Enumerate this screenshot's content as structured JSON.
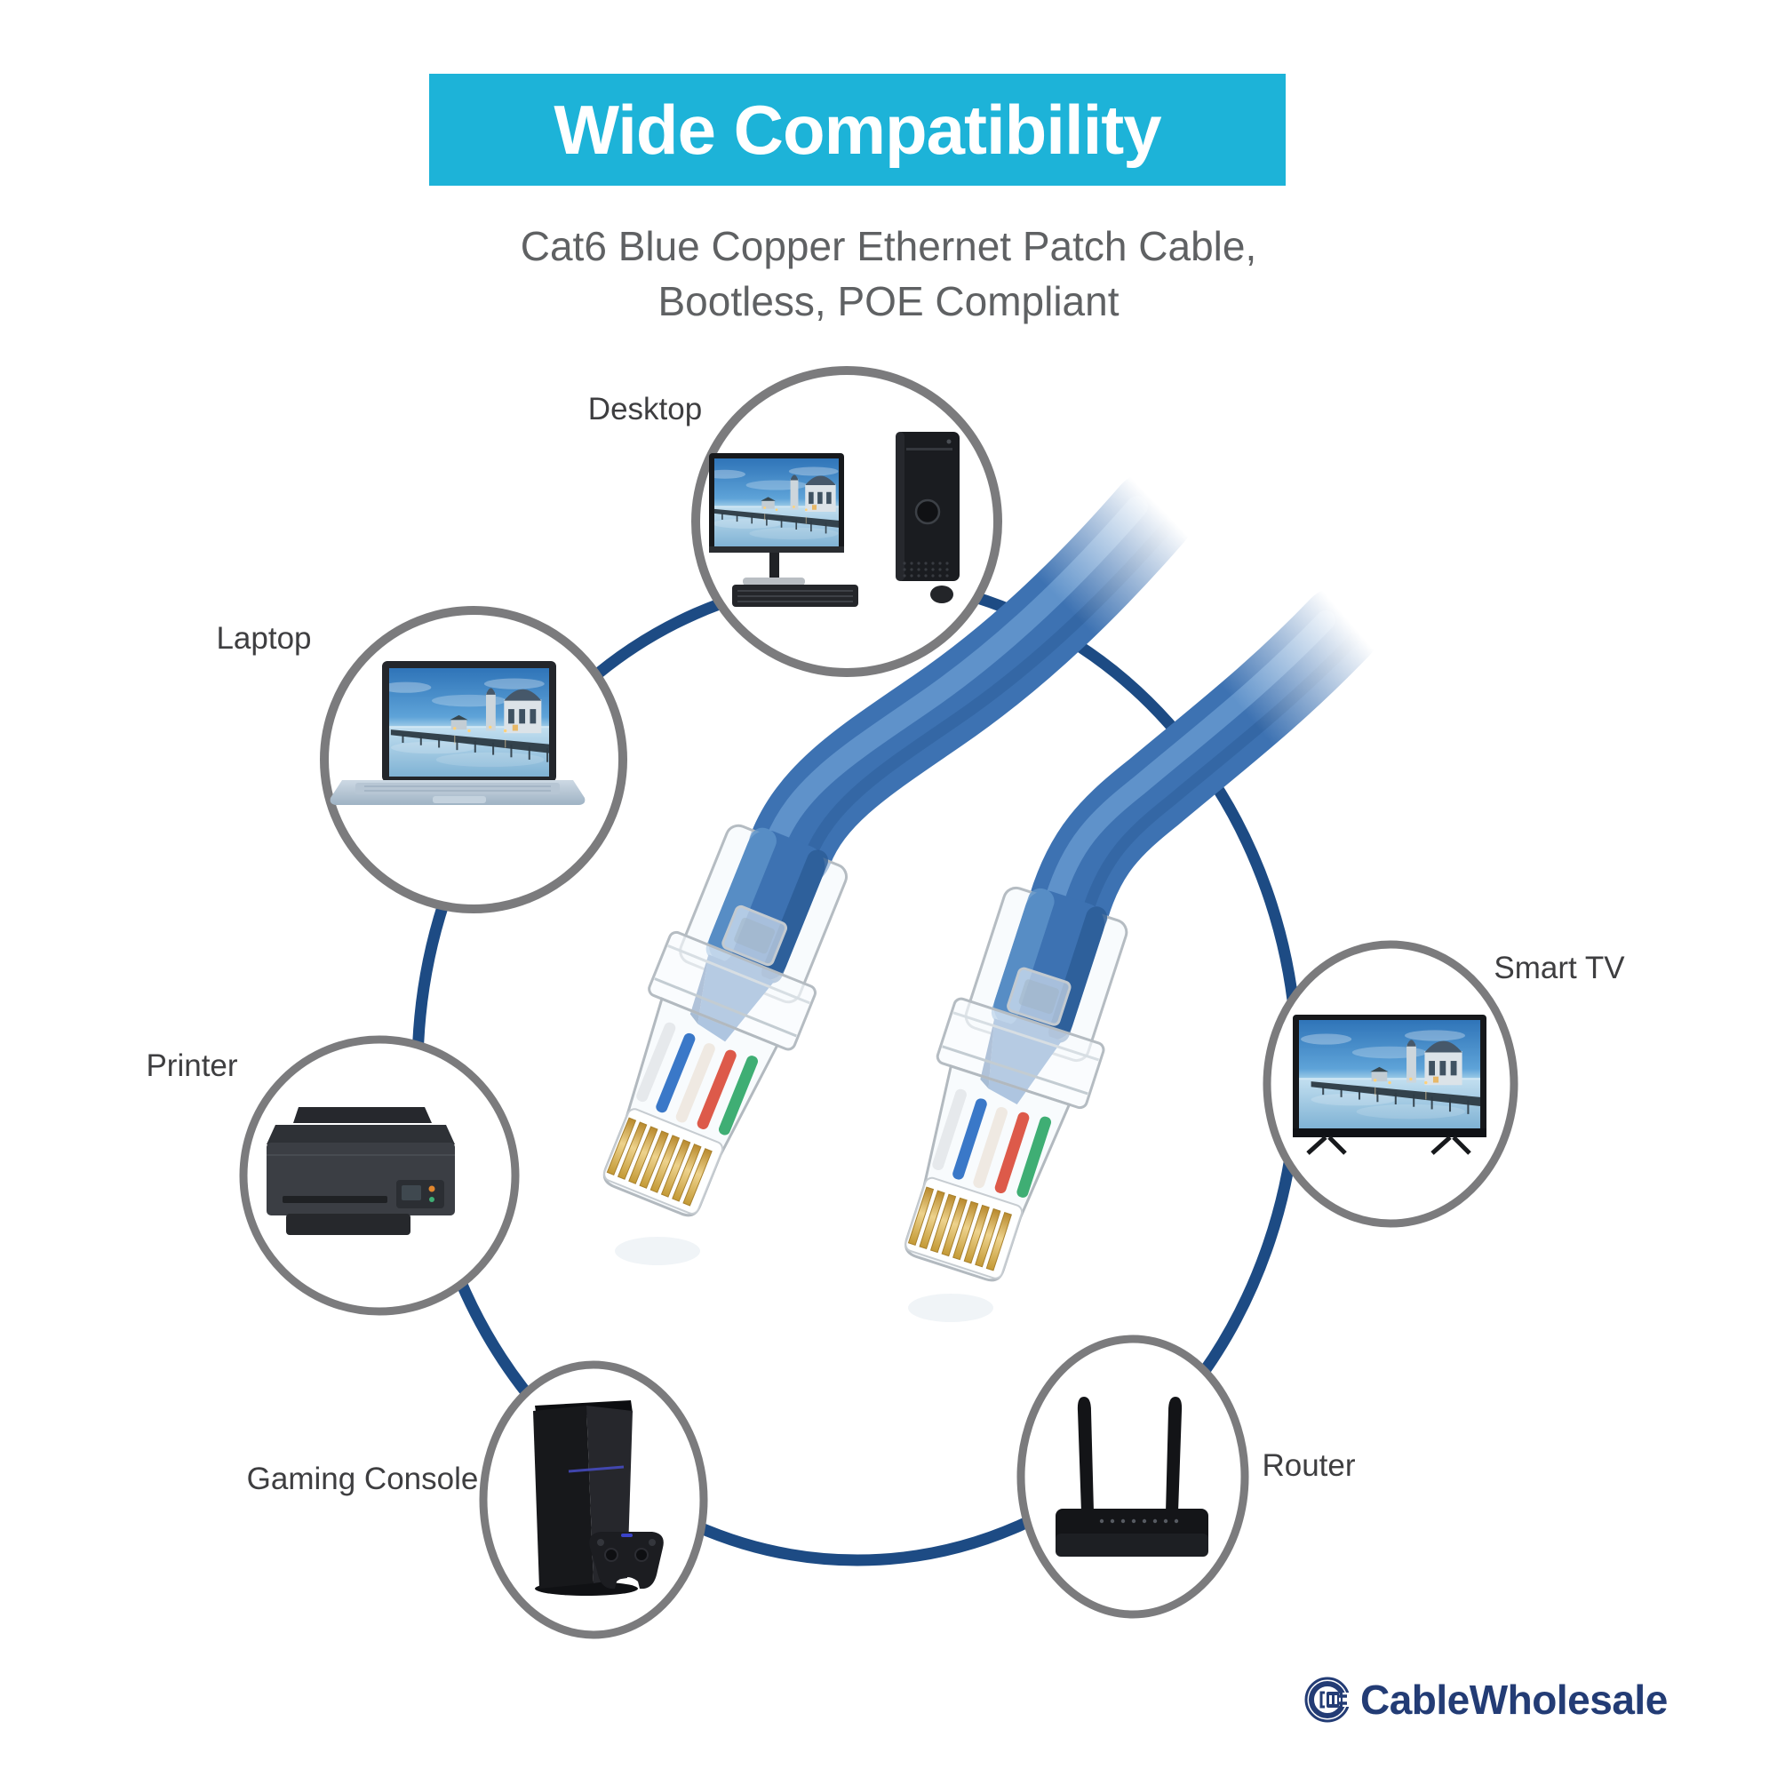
{
  "banner": {
    "title": "Wide Compatibility"
  },
  "subtitle": {
    "line1": "Cat6 Blue Copper Ethernet Patch Cable,",
    "line2": "Bootless, POE Compliant"
  },
  "devices": [
    {
      "id": "desktop",
      "label": "Desktop"
    },
    {
      "id": "laptop",
      "label": "Laptop"
    },
    {
      "id": "printer",
      "label": "Printer"
    },
    {
      "id": "gaming-console",
      "label": "Gaming Console"
    },
    {
      "id": "router",
      "label": "Router"
    },
    {
      "id": "smart-tv",
      "label": "Smart TV"
    }
  ],
  "logo": {
    "brand": "CableWholesale"
  },
  "colors": {
    "banner_bg": "#1db3d8",
    "banner_text": "#ffffff",
    "subtitle_text": "#5f6163",
    "label_text": "#3e3e40",
    "device_ring_gray": "#7b7b7d",
    "network_ring_navy": "#1d4b84",
    "cable_blue": "#3d72b2",
    "cable_highlight": "#6da0d4",
    "cable_shadow": "#2b5b95",
    "gold_pins": "#d9ab4a",
    "logo_navy": "#233c75"
  }
}
